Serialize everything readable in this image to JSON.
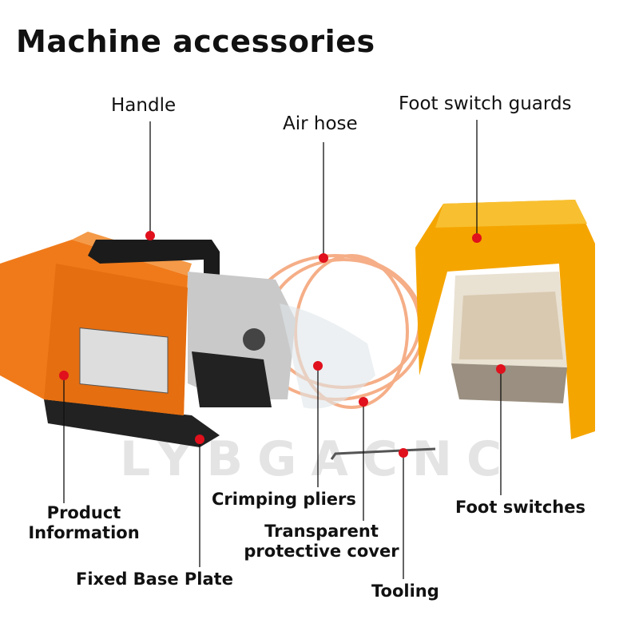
{
  "title": "Machine accessories",
  "watermark": "LYBGACNC",
  "labels": {
    "handle": "Handle",
    "air_hose": "Air hose",
    "foot_switch_guards": "Foot switch guards",
    "product_information_1": "Product",
    "product_information_2": "Information",
    "fixed_base_plate": "Fixed Base Plate",
    "crimping_pliers": "Crimping pliers",
    "transparent_cover_1": "Transparent",
    "transparent_cover_2": "protective cover",
    "tooling": "Tooling",
    "foot_switches": "Foot switches"
  },
  "colors": {
    "marker": "#e0101c",
    "machine_orange": "#f07a1a",
    "guard_yellow": "#f5a500"
  }
}
